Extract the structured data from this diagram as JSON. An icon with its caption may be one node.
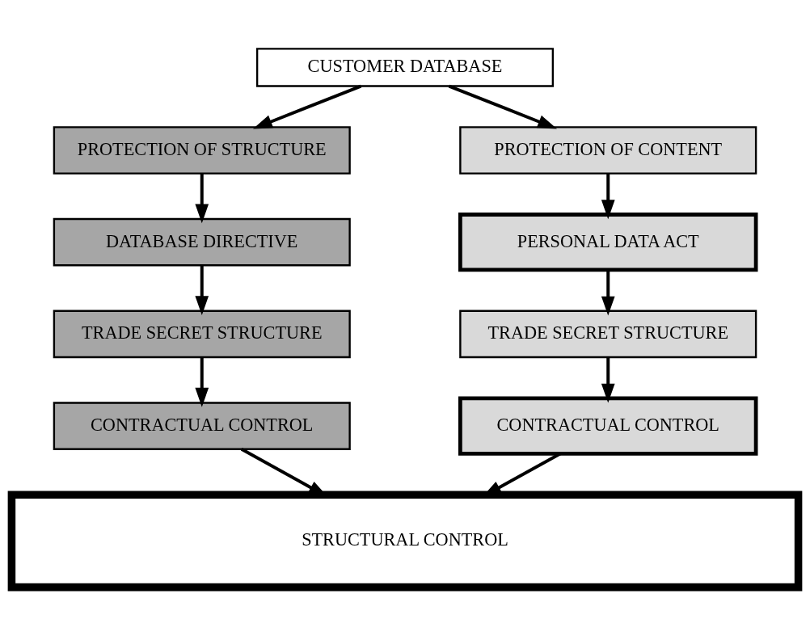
{
  "diagram": {
    "nodes": [
      {
        "text": [
          "CUSTOMER DATABASE"
        ]
      },
      {
        "text": [
          "PROTECTION OF STRUCTURE"
        ]
      },
      {
        "text": [
          "PROTECTION OF CONTENT"
        ]
      },
      {
        "text": [
          "DATABASE DIRECTIVE"
        ]
      },
      {
        "text": [
          "TRADE SECRET STRUCTURE"
        ]
      },
      {
        "text": [
          "CONTRACTUAL CONTROL"
        ]
      },
      {
        "text": [
          "PERSONAL DATA ACT"
        ]
      },
      {
        "text": [
          "TRADE SECRET STRUCTURE"
        ]
      },
      {
        "text": [
          "CONTRACTUAL CONTROL"
        ]
      },
      {
        "text": [
          "STRUCTURAL CONTROL"
        ]
      }
    ],
    "edges": [
      {
        "from": 0,
        "to": 1,
        "arrow": "to"
      },
      {
        "from": 0,
        "to": 2,
        "arrow": "to"
      },
      {
        "from": 1,
        "to": 3,
        "arrow": "to"
      },
      {
        "from": 2,
        "to": 6,
        "arrow": "to"
      },
      {
        "from": 3,
        "to": 4,
        "arrow": "to"
      },
      {
        "from": 4,
        "to": 5,
        "arrow": "to"
      },
      {
        "from": 5,
        "to": 9,
        "arrow": "to"
      },
      {
        "from": 6,
        "to": 7,
        "arrow": "to"
      },
      {
        "from": 7,
        "to": 8,
        "arrow": "to"
      },
      {
        "from": 8,
        "to": 9,
        "arrow": "to"
      }
    ]
  }
}
